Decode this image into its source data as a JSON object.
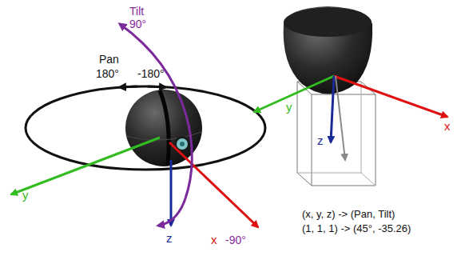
{
  "diagram": {
    "labels": [
      "Tilt",
      "90°",
      "Pan",
      "180°",
      "-180°",
      "y",
      "z",
      "x",
      "-90°",
      "y",
      "x",
      "z",
      "(x, y, z) -> (Pan, Tilt)",
      "(1, 1, 1) -> (45°, -35.26)"
    ]
  }
}
